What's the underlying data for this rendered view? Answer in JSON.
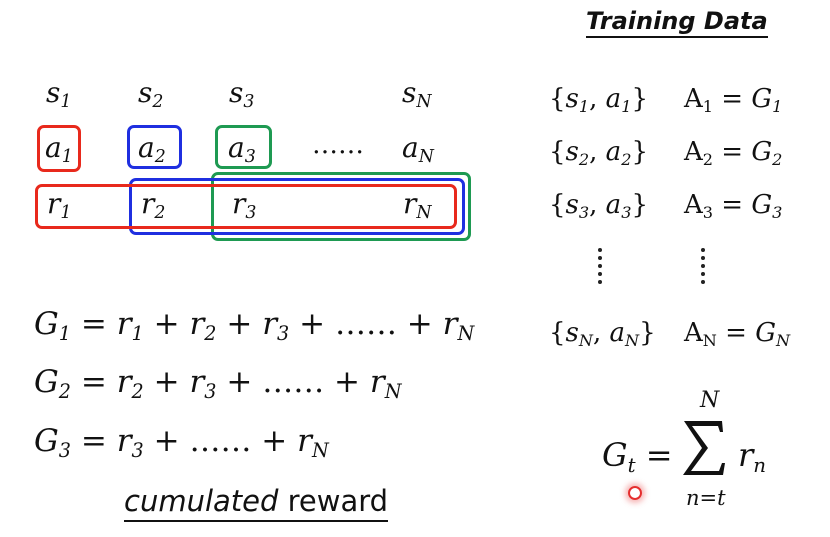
{
  "training_data": {
    "title": "Training Data",
    "rows": [
      {
        "pair_s": "s",
        "pair_s_sub": "1",
        "pair_a": "a",
        "pair_a_sub": "1",
        "A": "A",
        "A_sub": "1",
        "G": "G",
        "G_sub": "1"
      },
      {
        "pair_s": "s",
        "pair_s_sub": "2",
        "pair_a": "a",
        "pair_a_sub": "2",
        "A": "A",
        "A_sub": "2",
        "G": "G",
        "G_sub": "2"
      },
      {
        "pair_s": "s",
        "pair_s_sub": "3",
        "pair_a": "a",
        "pair_a_sub": "3",
        "A": "A",
        "A_sub": "3",
        "G": "G",
        "G_sub": "3"
      },
      {
        "pair_s": "s",
        "pair_s_sub": "N",
        "pair_a": "a",
        "pair_a_sub": "N",
        "A": "A",
        "A_sub": "N",
        "G": "G",
        "G_sub": "N"
      }
    ]
  },
  "sequence": {
    "states": [
      {
        "sym": "s",
        "sub": "1"
      },
      {
        "sym": "s",
        "sub": "2"
      },
      {
        "sym": "s",
        "sub": "3"
      },
      {
        "sym": "s",
        "sub": "N"
      }
    ],
    "actions": [
      {
        "sym": "a",
        "sub": "1"
      },
      {
        "sym": "a",
        "sub": "2"
      },
      {
        "sym": "a",
        "sub": "3"
      },
      {
        "sym": "a",
        "sub": "N"
      }
    ],
    "rewards": [
      {
        "sym": "r",
        "sub": "1"
      },
      {
        "sym": "r",
        "sub": "2"
      },
      {
        "sym": "r",
        "sub": "3"
      },
      {
        "sym": "r",
        "sub": "N"
      }
    ],
    "ellipsis": "……"
  },
  "equations": [
    {
      "lhs": "G",
      "lhs_sub": "1",
      "terms": [
        "1",
        "2",
        "3"
      ],
      "dots": "……",
      "last_sub": "N"
    },
    {
      "lhs": "G",
      "lhs_sub": "2",
      "terms": [
        "2",
        "3"
      ],
      "dots": "……",
      "last_sub": "N"
    },
    {
      "lhs": "G",
      "lhs_sub": "3",
      "terms": [
        "3"
      ],
      "dots": "……",
      "last_sub": "N"
    }
  ],
  "caption": {
    "italic": "cumulated",
    "rest": " reward"
  },
  "sum_formula": {
    "lhs": "G",
    "lhs_sub": "t",
    "upper": "N",
    "lower": "n=t",
    "term": "r",
    "term_sub": "n"
  },
  "colors": {
    "red": "#e8291c",
    "blue": "#1f2fe0",
    "green": "#1e9a52",
    "cursor": "#e52d2d"
  }
}
